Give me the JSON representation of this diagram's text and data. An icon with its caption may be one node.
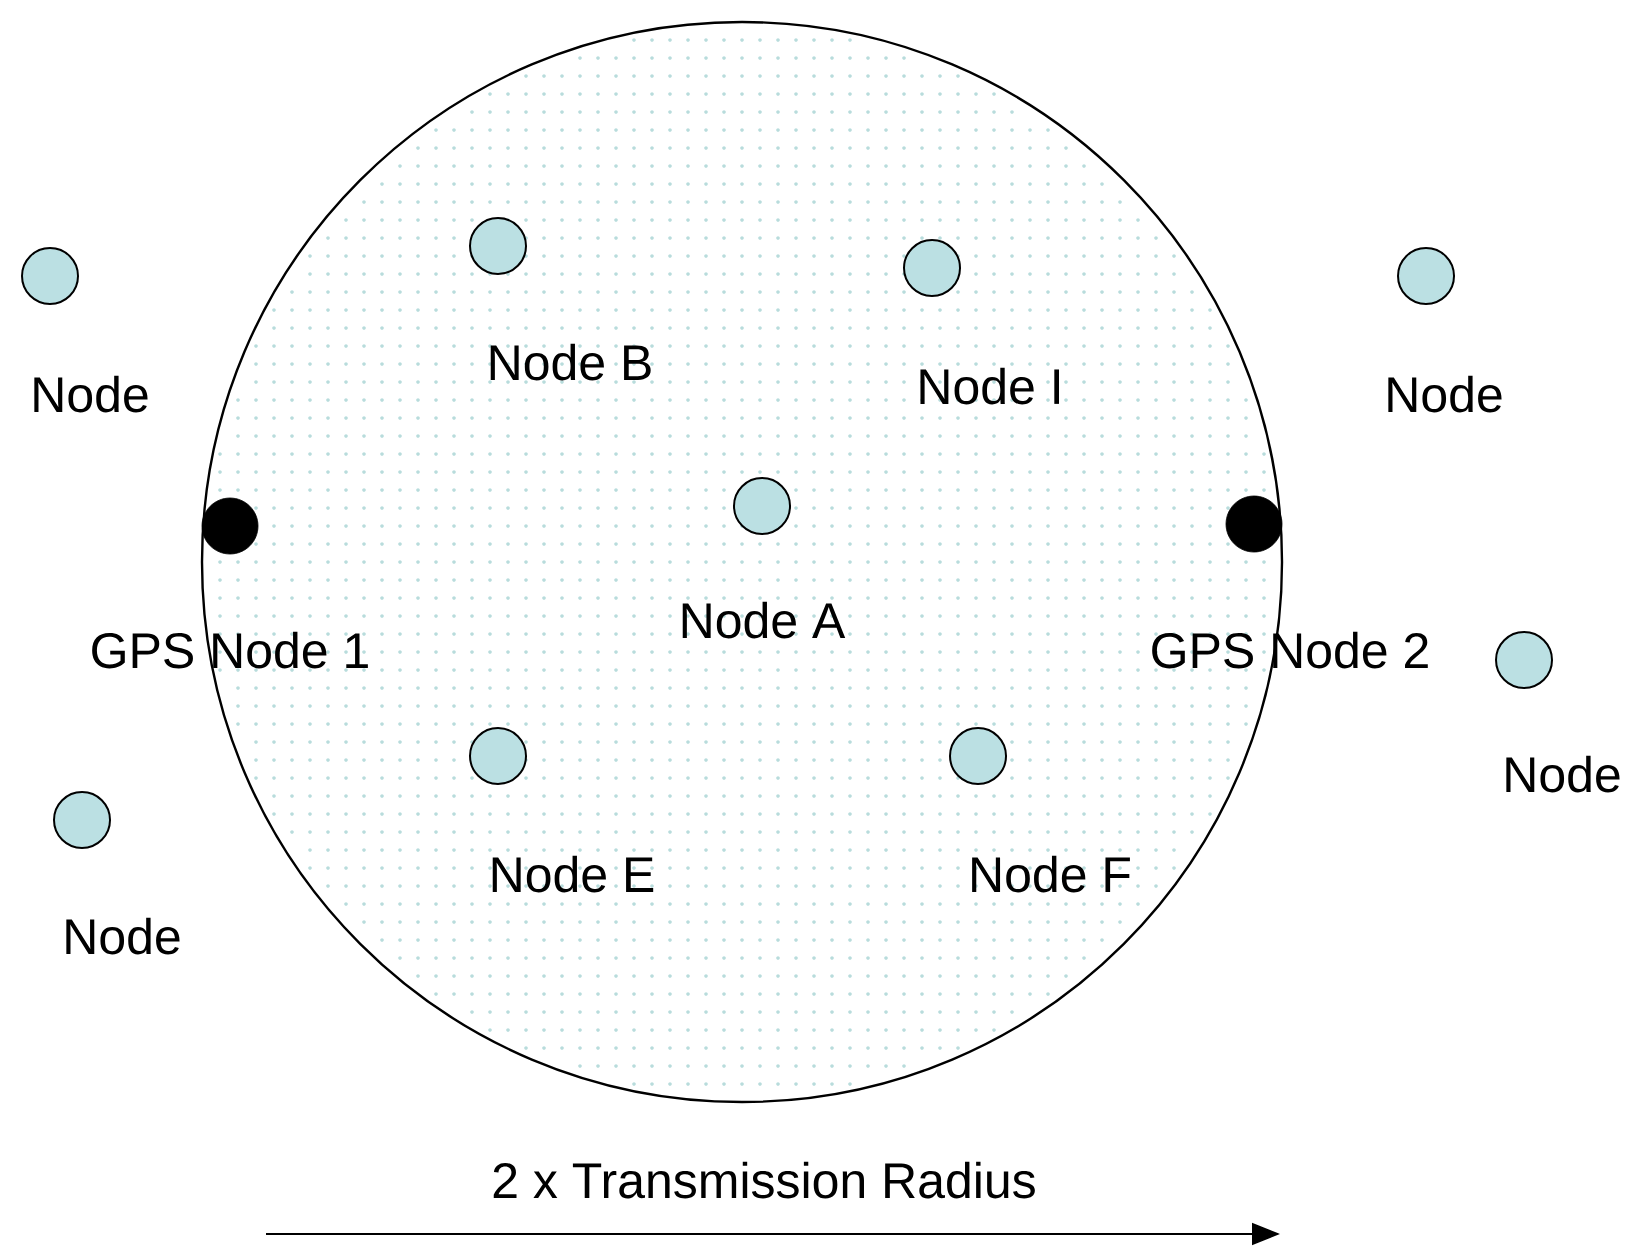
{
  "diagram": {
    "nodes": [
      {
        "text": [],
        "shape": "circle"
      },
      {
        "text": [
          "Node"
        ]
      },
      {
        "text": [
          "Node B"
        ],
        "in": 0
      },
      {
        "text": [
          "Node I"
        ],
        "in": 0
      },
      {
        "text": [
          "Node"
        ]
      },
      {
        "text": [
          "Node A"
        ],
        "in": 0
      },
      {
        "text": [
          "GPS Node 1"
        ],
        "in": 0
      },
      {
        "text": [
          "GPS Node 2"
        ],
        "in": 0
      },
      {
        "text": [
          "Node"
        ]
      },
      {
        "text": [
          "Node E"
        ],
        "in": 0
      },
      {
        "text": [
          "Node F"
        ],
        "in": 0
      },
      {
        "text": [
          "Node"
        ]
      }
    ],
    "edges": [],
    "labels": [
      "2 x Transmission Radius"
    ]
  }
}
